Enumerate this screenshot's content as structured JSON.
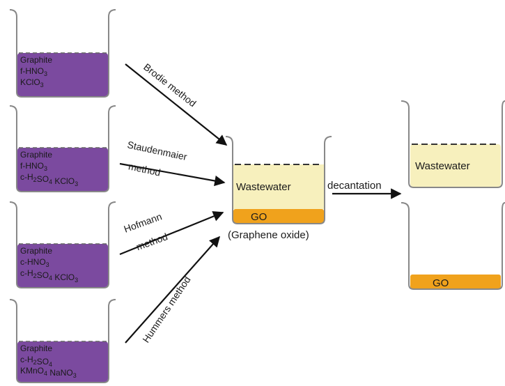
{
  "reagent_beakers": [
    {
      "lines": [
        {
          "parts": [
            {
              "t": "Graphite"
            }
          ]
        },
        {
          "parts": [
            {
              "t": "f-HNO"
            },
            {
              "t": "3",
              "sub": true
            }
          ]
        },
        {
          "parts": [
            {
              "t": "KClO"
            },
            {
              "t": "3",
              "sub": true
            }
          ]
        }
      ]
    },
    {
      "lines": [
        {
          "parts": [
            {
              "t": "Graphite"
            }
          ]
        },
        {
          "parts": [
            {
              "t": "f-HNO"
            },
            {
              "t": "3",
              "sub": true
            }
          ]
        },
        {
          "parts": [
            {
              "t": "c-H"
            },
            {
              "t": "2",
              "sub": true
            },
            {
              "t": "SO"
            },
            {
              "t": "4",
              "sub": true
            },
            {
              "t": " KClO"
            },
            {
              "t": "3",
              "sub": true
            }
          ]
        }
      ]
    },
    {
      "lines": [
        {
          "parts": [
            {
              "t": "Graphite"
            }
          ]
        },
        {
          "parts": [
            {
              "t": "c-HNO"
            },
            {
              "t": "3",
              "sub": true
            }
          ]
        },
        {
          "parts": [
            {
              "t": "c-H"
            },
            {
              "t": "2",
              "sub": true
            },
            {
              "t": "SO"
            },
            {
              "t": "4",
              "sub": true
            },
            {
              "t": " KClO"
            },
            {
              "t": "3",
              "sub": true
            }
          ]
        }
      ]
    },
    {
      "lines": [
        {
          "parts": [
            {
              "t": "Graphite"
            }
          ]
        },
        {
          "parts": [
            {
              "t": "c-H"
            },
            {
              "t": "2",
              "sub": true
            },
            {
              "t": "SO"
            },
            {
              "t": "4",
              "sub": true
            }
          ]
        },
        {
          "parts": [
            {
              "t": "KMnO"
            },
            {
              "t": "4",
              "sub": true
            },
            {
              "t": " NaNO"
            },
            {
              "t": "3",
              "sub": true
            }
          ]
        }
      ]
    }
  ],
  "methods": [
    {
      "lines": [
        "Brodie method"
      ]
    },
    {
      "lines": [
        "Staudenmaier",
        "method"
      ]
    },
    {
      "lines": [
        "Hofmann",
        "method"
      ]
    },
    {
      "lines": [
        "Hummers method"
      ]
    }
  ],
  "center": {
    "wastewater_label": "Wastewater",
    "go_label": "GO",
    "caption": "(Graphene oxide)"
  },
  "decantation_label": "decantation",
  "results": {
    "wastewater_label": "Wastewater",
    "go_label": "GO"
  },
  "colors": {
    "reagent": "#7b4a9f",
    "wastewater": "#f7f0bd",
    "go": "#f0a21c",
    "glass": "#888888",
    "arrow": "#111111"
  }
}
